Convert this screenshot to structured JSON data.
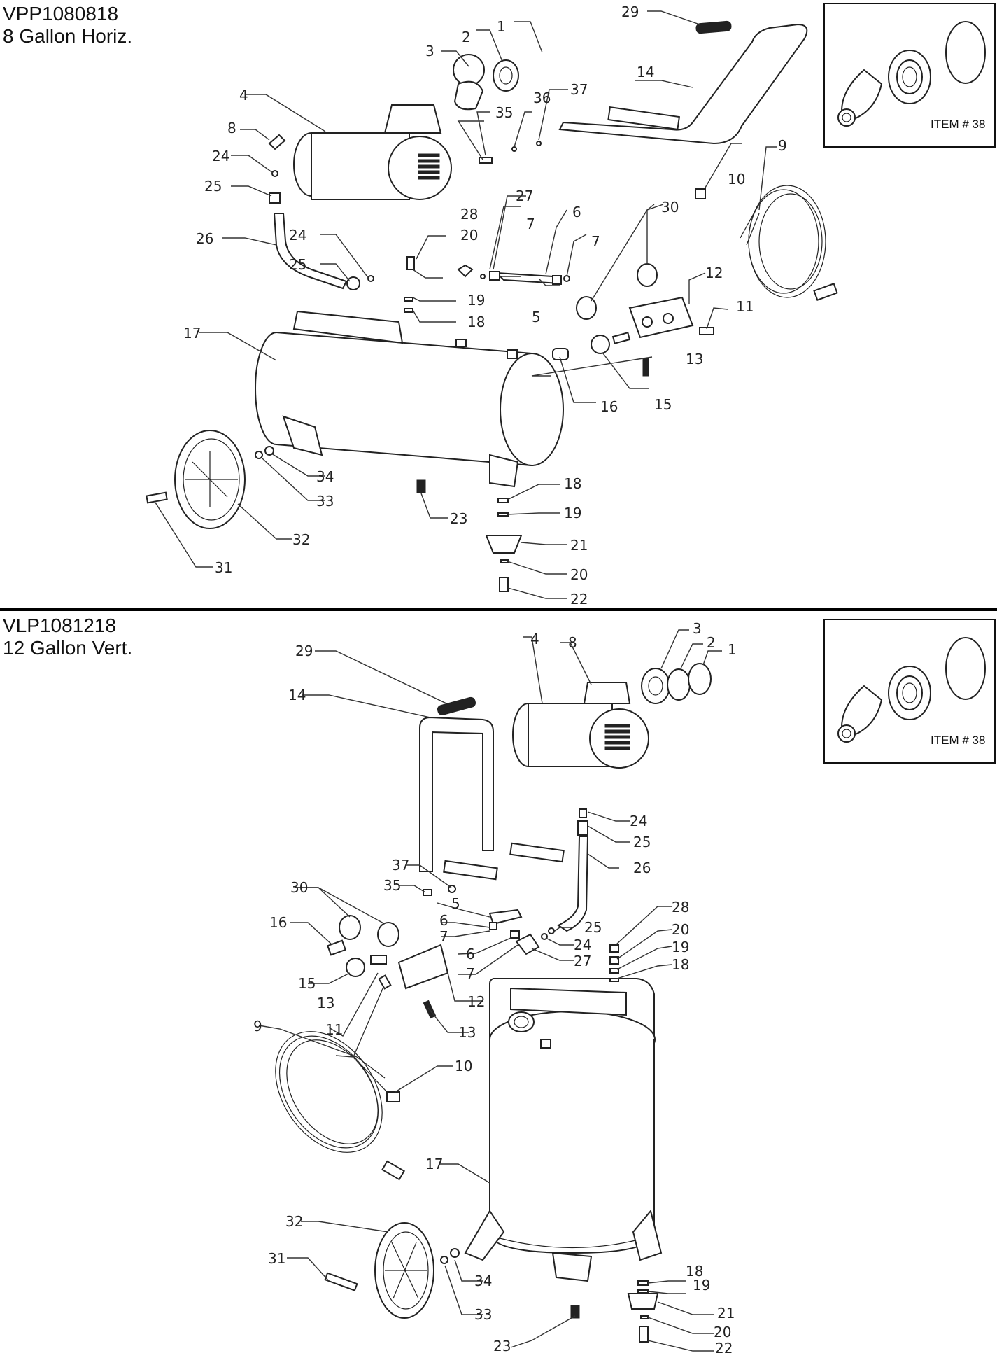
{
  "top_diagram": {
    "model": "VPP1080818",
    "description": "8 Gallon Horiz.",
    "inset_caption": "ITEM # 38",
    "callouts": [
      "1",
      "2",
      "3",
      "4",
      "5",
      "6",
      "7",
      "7",
      "8",
      "9",
      "10",
      "11",
      "12",
      "13",
      "14",
      "15",
      "16",
      "17",
      "18",
      "18",
      "19",
      "19",
      "20",
      "20",
      "21",
      "22",
      "23",
      "24",
      "24",
      "25",
      "25",
      "26",
      "27",
      "28",
      "29",
      "30",
      "31",
      "32",
      "33",
      "34",
      "35",
      "36",
      "37"
    ]
  },
  "bottom_diagram": {
    "model": "VLP1081218",
    "description": "12 Gallon Vert.",
    "inset_caption": "ITEM # 38",
    "callouts": [
      "1",
      "2",
      "3",
      "4",
      "5",
      "6",
      "6",
      "7",
      "7",
      "8",
      "9",
      "10",
      "11",
      "12",
      "13",
      "13",
      "14",
      "15",
      "16",
      "17",
      "18",
      "18",
      "19",
      "19",
      "20",
      "20",
      "21",
      "22",
      "23",
      "24",
      "24",
      "25",
      "25",
      "26",
      "27",
      "28",
      "29",
      "30",
      "31",
      "32",
      "33",
      "34",
      "35",
      "37"
    ]
  }
}
